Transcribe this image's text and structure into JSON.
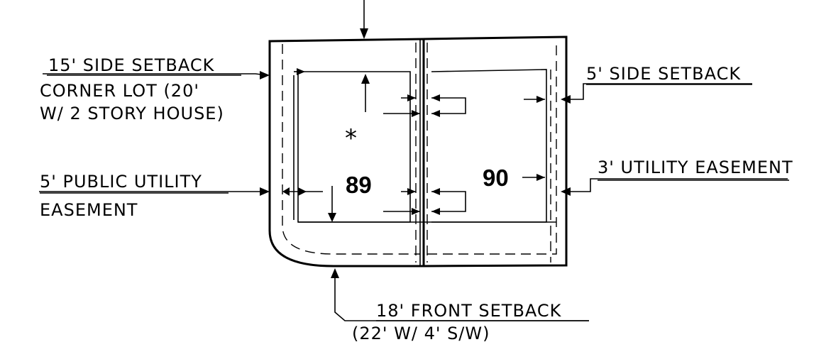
{
  "labels": {
    "side_setback_15": "15' SIDE SETBACK",
    "corner_lot_1": "CORNER LOT (20'",
    "corner_lot_2": "W/ 2 STORY HOUSE)",
    "side_setback_5": "5' SIDE SETBACK",
    "public_utility_1": "5' PUBLIC UTILITY",
    "public_utility_2": "EASEMENT",
    "utility_easement_3": "3' UTILITY EASEMENT",
    "front_setback_1": "18' FRONT SETBACK",
    "front_setback_2": "(22' W/ 4' S/W)"
  },
  "lots": {
    "corner_lot_number": "89",
    "interior_lot_number": "90",
    "marker": "*"
  }
}
